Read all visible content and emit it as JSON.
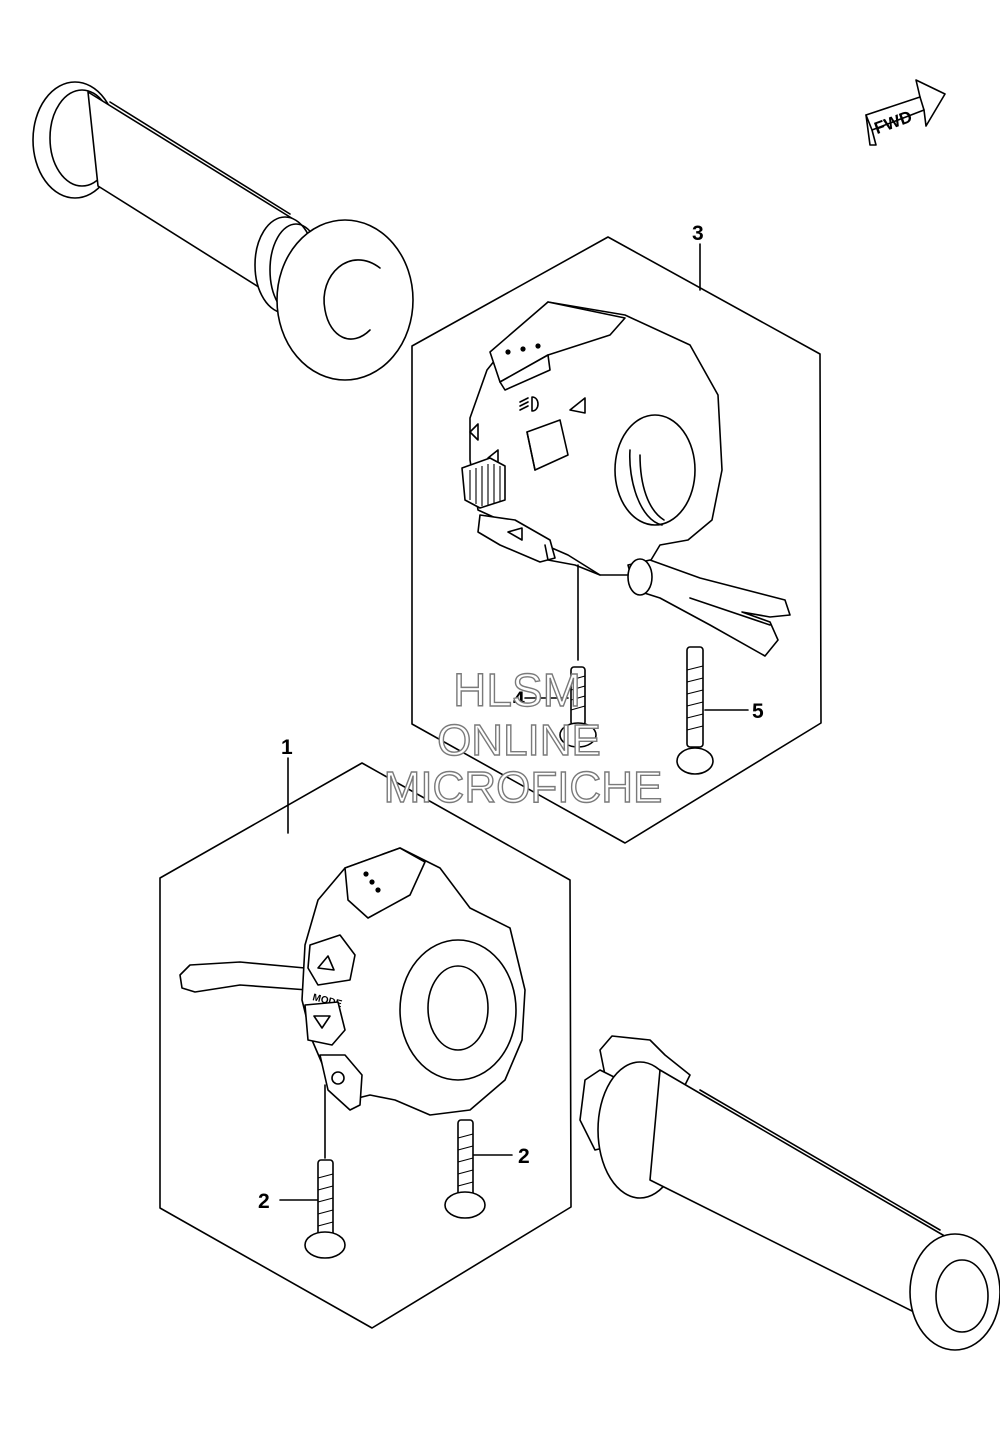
{
  "direction_badge": {
    "text": "FWD"
  },
  "switch_labels": {
    "mode": "MODE"
  },
  "callouts": {
    "c1": "1",
    "c2a": "2",
    "c2b": "2",
    "c3": "3",
    "c4": "4",
    "c5": "5"
  },
  "watermark": {
    "line1": "HLSM",
    "line2": "ONLINE",
    "line3": "MICROFICHE"
  }
}
